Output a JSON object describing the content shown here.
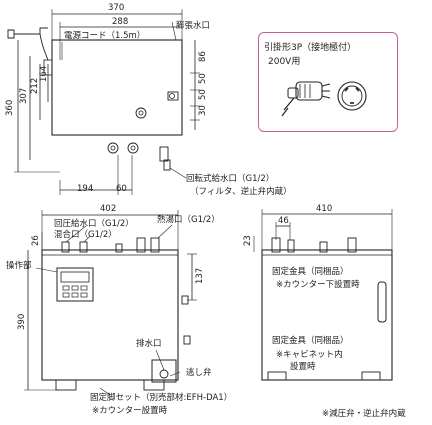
{
  "plug_box": {
    "title": "引掛形3P（接地極付）",
    "voltage": "200V用"
  },
  "top_view": {
    "dim_width": "370",
    "dim_cord_span": "288",
    "cord_label": "電源コード（1.5m）",
    "expansion_port": "膨張水口",
    "dim_height_total": "360",
    "dim_307": "307",
    "dim_212": "212",
    "dim_164": "164",
    "dim_86": "86",
    "dim_50a": "50",
    "dim_50b": "50",
    "dim_30": "30",
    "dim_194": "194",
    "dim_60": "60",
    "rotary_inlet": "回転式給水口（G1/2）",
    "rotary_inlet_note": "（フィルタ、逆止弁内蔵）"
  },
  "front_view": {
    "dim_width": "402",
    "pressure_inlet": "回圧給水口（G1/2）",
    "mix_port": "混合口（G1/2）",
    "hot_outlet": "熱湯口（G1/2）",
    "dim_26": "26",
    "control_panel": "操作部",
    "dim_390": "390",
    "dim_137": "137",
    "drain_port": "排水口",
    "relief_valve": "逃し弁",
    "fixing_legs": "固定脚セット（別売部材:EFH-DA1）",
    "fixing_legs_note": "※カウンター設置時"
  },
  "side_view": {
    "dim_width": "410",
    "dim_46": "46",
    "dim_23": "23",
    "bracket_label_1": "固定金具（同梱品）",
    "bracket_note_1": "※カウンター下設置時",
    "bracket_label_2": "固定金具（同梱品）",
    "bracket_note_2a": "※キャビネット内",
    "bracket_note_2b": "設置時"
  },
  "footnote": "※減圧弁・逆止弁内蔵"
}
